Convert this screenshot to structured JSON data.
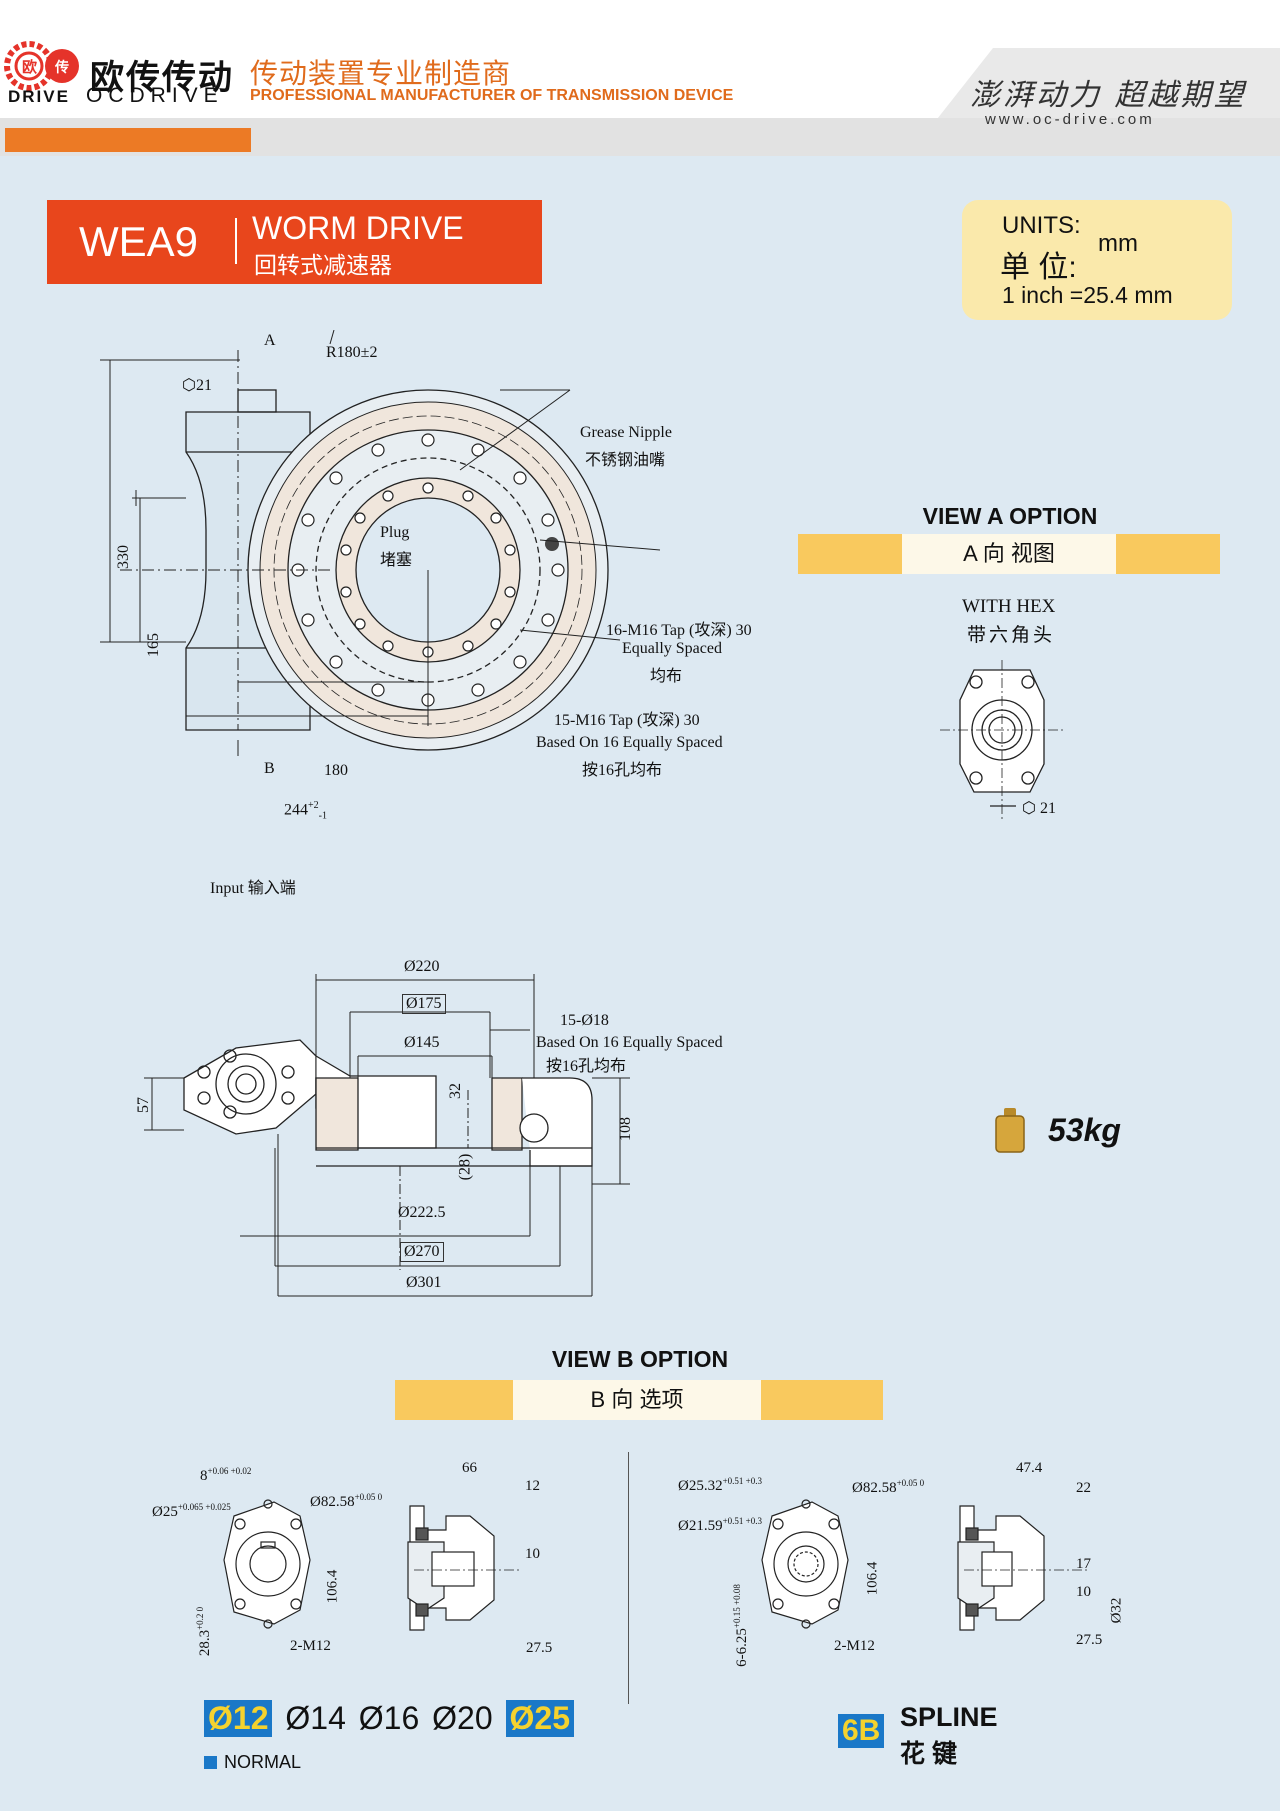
{
  "header": {
    "logo_seal": "欧 传",
    "brand_cn": "欧传传动",
    "brand_en_left": "DRIVE",
    "brand_en": "OCDRIVE",
    "tagline_cn": "传动装置专业制造商",
    "tagline_en": "PROFESSIONAL MANUFACTURER OF TRANSMISSION DEVICE",
    "slogan": "澎湃动力 超越期望",
    "website": "www.oc-drive.com",
    "colors": {
      "orange": "#ec7a25",
      "title_red": "#e8461c",
      "view_bar": "#f9c95e",
      "badge_blue": "#1a78c8"
    }
  },
  "title": {
    "model": "WEA9",
    "name_en": "WORM DRIVE",
    "name_cn": "回转式减速器"
  },
  "units": {
    "label_en": "UNITS:",
    "label_cn": "单 位:",
    "unit": "mm",
    "conversion": "1 inch =25.4 mm"
  },
  "top_drawing": {
    "axis_a": "A",
    "axis_b": "B",
    "hex": "21",
    "radius": "R180±2",
    "grease_en": "Grease Nipple",
    "grease_cn": "不锈钢油嘴",
    "plug_en": "Plug",
    "plug_cn": "堵塞",
    "tap16_en": "16-M16 Tap (攻深) 30",
    "tap16_en2": "Equally Spaced",
    "tap16_cn": "均布",
    "tap15_en": "15-M16 Tap (攻深) 30",
    "tap15_en2": "Based On 16 Equally Spaced",
    "tap15_cn": "按16孔均布",
    "dim_330": "330",
    "dim_165": "165",
    "dim_180": "180",
    "dim_244": "244",
    "input_en": "Input",
    "input_cn": "输入端"
  },
  "view_a": {
    "heading": "VIEW A OPTION",
    "label": "A 向 视图",
    "hex_en": "WITH HEX",
    "hex_cn": "带六角头",
    "hex_size": "21"
  },
  "section_drawing": {
    "d220": "Ø220",
    "d175": "Ø175",
    "d145": "Ø145",
    "holes": "15-Ø18",
    "holes_en": "Based On 16 Equally Spaced",
    "holes_cn": "按16孔均布",
    "d57": "57",
    "d32": "32",
    "d108": "108",
    "d28": "(28)",
    "d2225": "Ø222.5",
    "d270": "Ø270",
    "d301": "Ø301"
  },
  "weight": "53kg",
  "view_b": {
    "heading": "VIEW B OPTION",
    "label": "B 向 选项"
  },
  "b_left": {
    "key": "8",
    "key_tol": "+0.06 +0.02",
    "bore": "Ø25",
    "bore_tol": "+0.065 +0.025",
    "pcd": "Ø82.58",
    "pcd_tol": "+0.05 0",
    "d1064": "106.4",
    "d283": "28.3",
    "d283_tol": "+0.2 0",
    "m12": "2-M12",
    "d66": "66",
    "d12": "12",
    "d10": "10",
    "d275": "27.5"
  },
  "b_right": {
    "d2532": "Ø25.32",
    "d2532_tol": "+0.51 +0.3",
    "d2159": "Ø21.59",
    "d2159_tol": "+0.51 +0.3",
    "pcd": "Ø82.58",
    "pcd_tol": "+0.05 0",
    "d1064": "106.4",
    "spline": "6-6.25",
    "spline_tol": "+0.15 +0.08",
    "m12": "2-M12",
    "d474": "47.4",
    "d22": "22",
    "d17": "17",
    "d10": "10",
    "d32": "Ø32",
    "d275": "27.5"
  },
  "shaft_sizes": [
    "Ø12",
    "Ø14",
    "Ø16",
    "Ø20",
    "Ø25"
  ],
  "normal_label": "NORMAL",
  "spline_badge": "6B",
  "spline_en": "SPLINE",
  "spline_cn": "花 键"
}
